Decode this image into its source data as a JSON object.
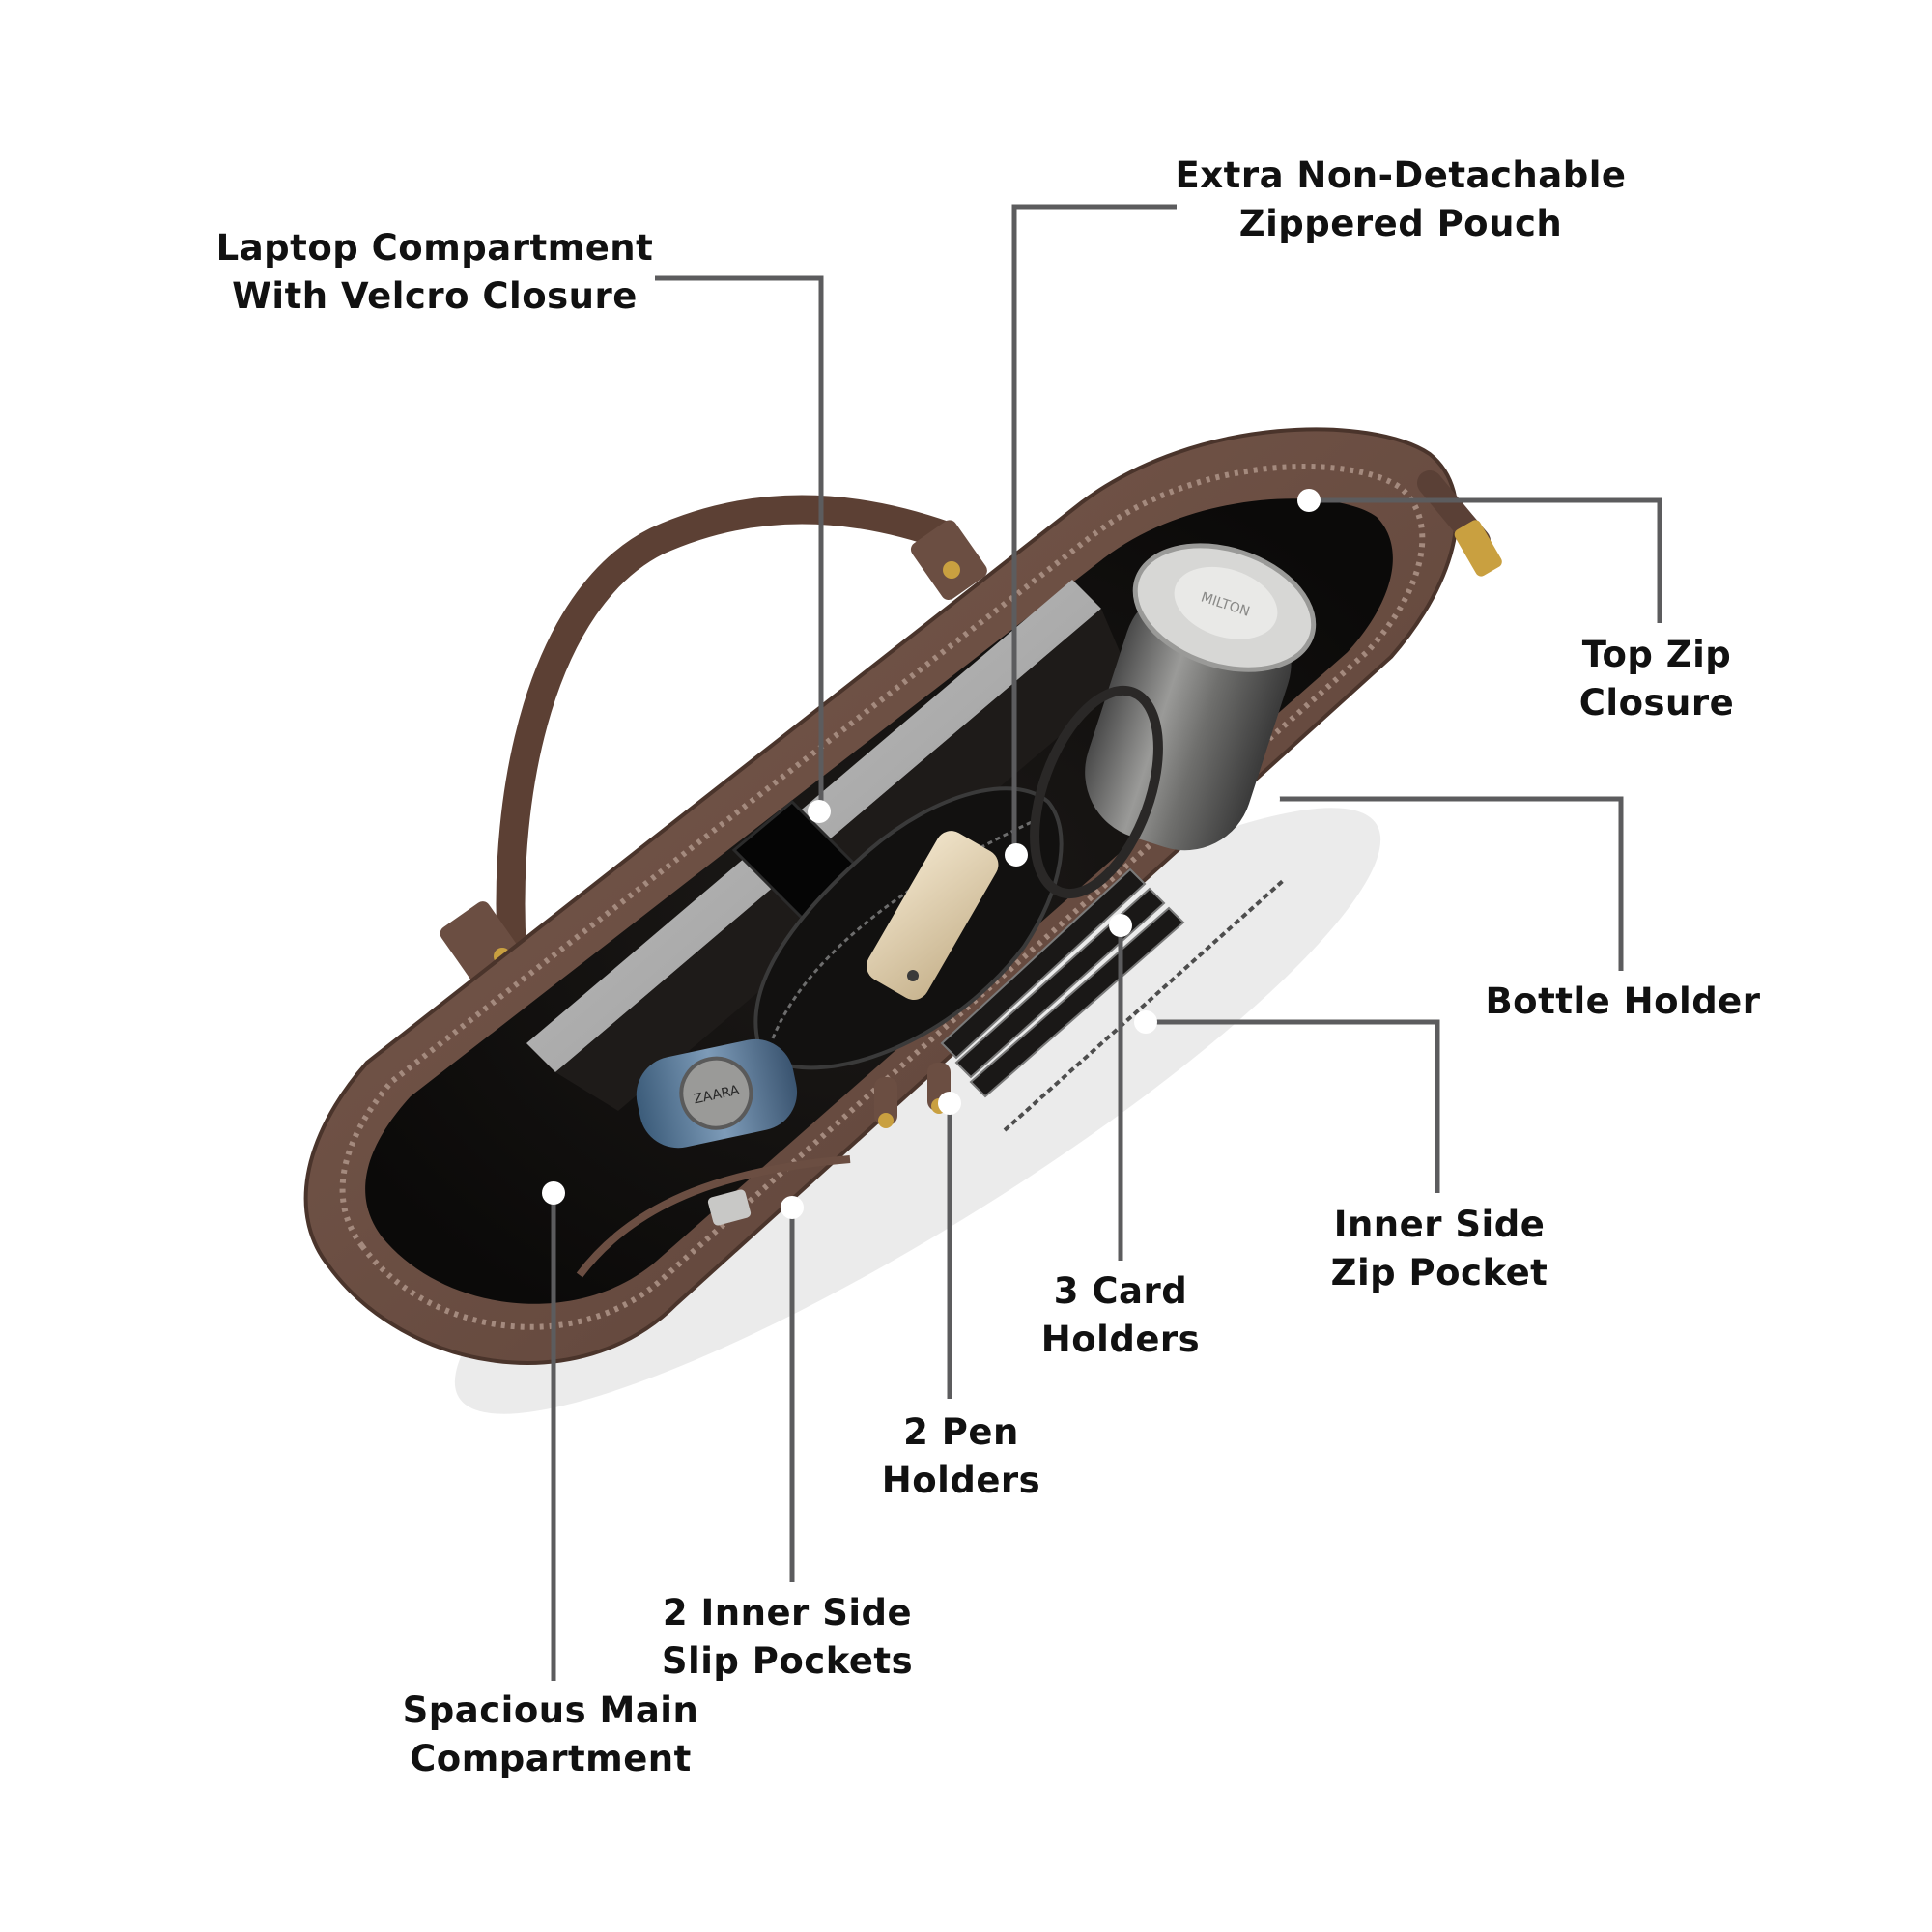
{
  "colors": {
    "background": "#ffffff",
    "leader_line": "#5c5c5e",
    "dot": "#ffffff",
    "label_text": "#111111",
    "bag_leather": "#6b4e42",
    "bag_lining": "#141210"
  },
  "labels": {
    "laptop": {
      "line1": "Laptop Compartment",
      "line2": "With Velcro Closure"
    },
    "pouch": {
      "line1": "Extra Non-Detachable",
      "line2": "Zippered Pouch"
    },
    "topzip": {
      "line1": "Top Zip",
      "line2": "Closure"
    },
    "bottle": {
      "line1": "Bottle Holder"
    },
    "innerzip": {
      "line1": "Inner Side",
      "line2": "Zip Pocket"
    },
    "cards": {
      "line1": "3 Card",
      "line2": "Holders"
    },
    "pens": {
      "line1": "2 Pen",
      "line2": "Holders"
    },
    "slip": {
      "line1": "2 Inner Side",
      "line2": "Slip Pockets"
    },
    "main": {
      "line1": "Spacious Main",
      "line2": "Compartment"
    }
  },
  "item_marks": {
    "bottle_brand": "MILTON",
    "flask_brand": "ZAARA"
  }
}
